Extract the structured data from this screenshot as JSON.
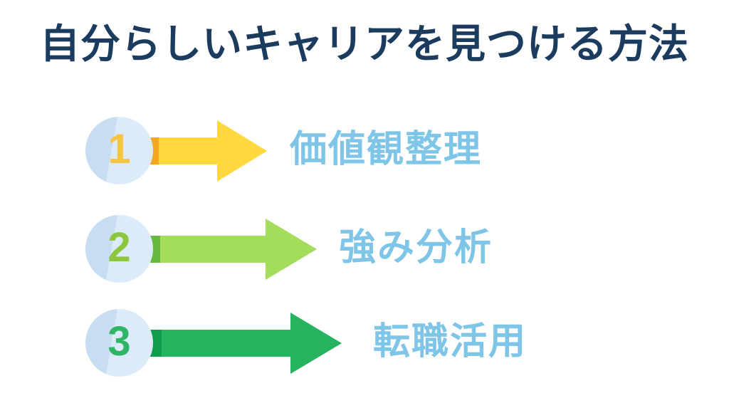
{
  "title": "自分らしいキャリアを見つける方法",
  "colors": {
    "background": "#FFFFFF",
    "title": "#1B3B5F",
    "label": "#7FC5E8",
    "circle_light": "#DCEBFA",
    "circle_dark": "#C8DDF1"
  },
  "steps": [
    {
      "number": "1",
      "label": "価値観整理",
      "number_color": "#F6C445",
      "arrow_light": "#FFD93D",
      "arrow_dark": "#F5A623"
    },
    {
      "number": "2",
      "label": "強み分析",
      "number_color": "#8DC63F",
      "arrow_light": "#A4DC5C",
      "arrow_dark": "#67B93F"
    },
    {
      "number": "3",
      "label": "転職活用",
      "number_color": "#2FB566",
      "arrow_light": "#27B25F",
      "arrow_dark": "#0E9C4D"
    }
  ]
}
